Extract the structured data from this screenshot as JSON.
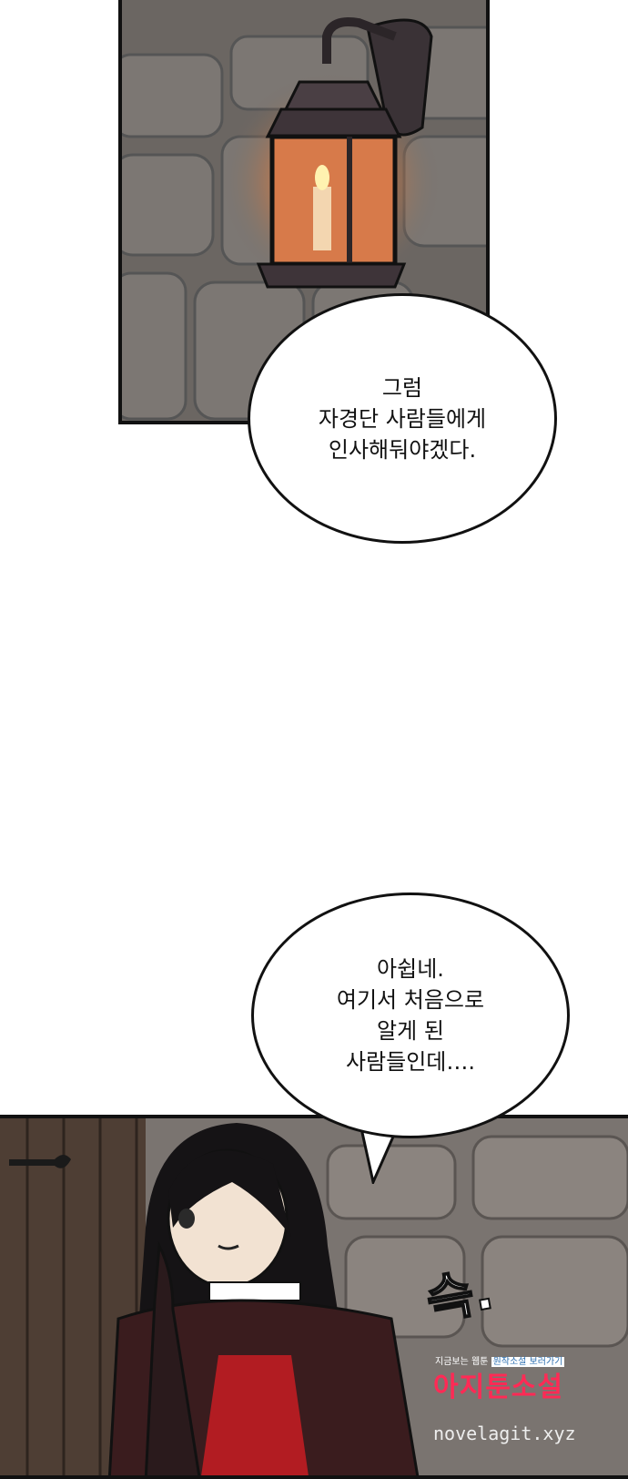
{
  "bubbles": {
    "first": "그럼\n자경단 사람들에게\n인사해둬야겠다.",
    "second": "아쉽네.\n여기서 처음으로\n알게 된\n사람들인데…."
  },
  "sfx": "슥.",
  "watermark": {
    "line1_a": "지금보는 웹툰",
    "line1_b": "원작소설 보러가기",
    "brand": "아지툰소설",
    "url": "novelagit.xyz"
  },
  "colors": {
    "panel_border": "#111111",
    "stone_wall": "#6f6a66",
    "candle_glow": "#ff9a3c",
    "watermark_red": "#ff2a55"
  }
}
